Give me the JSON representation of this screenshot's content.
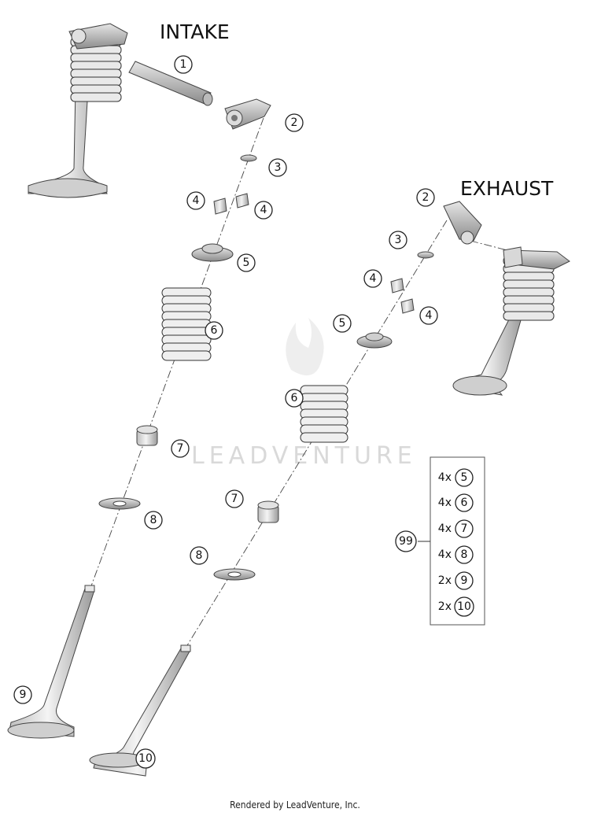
{
  "titles": {
    "intake": "INTAKE",
    "exhaust": "EXHAUST"
  },
  "watermark": "LEADVENTURE",
  "footer": "Rendered by LeadVenture, Inc.",
  "callouts": {
    "intake": [
      "1",
      "2",
      "3",
      "4",
      "4",
      "5",
      "6",
      "7",
      "8",
      "9"
    ],
    "exhaust": [
      "2",
      "3",
      "4",
      "4",
      "5",
      "6",
      "7",
      "8",
      "10"
    ]
  },
  "kit": {
    "number": "99",
    "items": [
      {
        "qty": "4x",
        "part": "5"
      },
      {
        "qty": "4x",
        "part": "6"
      },
      {
        "qty": "4x",
        "part": "7"
      },
      {
        "qty": "4x",
        "part": "8"
      },
      {
        "qty": "2x",
        "part": "9"
      },
      {
        "qty": "2x",
        "part": "10"
      }
    ]
  }
}
